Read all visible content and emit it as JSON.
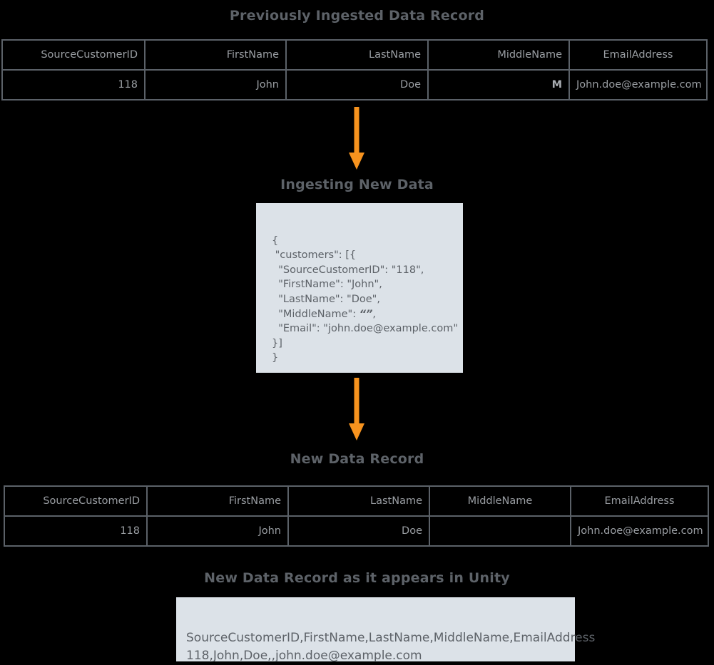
{
  "colors": {
    "background": "#000000",
    "accent_arrow": "#f7931e",
    "panel_background": "#dce2e8",
    "text_gray": "#5d6268",
    "table_border": "#5b6168",
    "table_text": "#9a9ea3"
  },
  "sections": {
    "previous_record": {
      "title": "Previously Ingested Data Record",
      "table": {
        "headers": [
          "SourceCustomerID",
          "FirstName",
          "LastName",
          "MiddleName",
          "EmailAddress"
        ],
        "rows": [
          [
            "118",
            "John",
            "Doe",
            "M",
            "John.doe@example.com"
          ]
        ]
      }
    },
    "ingesting": {
      "title": "Ingesting New Data",
      "code_lines": [
        "{",
        " \"customers\": [{",
        "  \"SourceCustomerID\": \"118\",",
        "  \"FirstName\": \"John\",",
        "  \"LastName\": \"Doe\",",
        "  \"MiddleName\": ",
        "  \"Email\": \"john.doe@example.com\"",
        "}]",
        "}"
      ],
      "middlename_empty_value": "“”",
      "middlename_prefix": "  \"MiddleName\": ",
      "middlename_suffix": ","
    },
    "new_record": {
      "title": "New Data Record",
      "table": {
        "headers": [
          "SourceCustomerID",
          "FirstName",
          "LastName",
          "MiddleName",
          "EmailAddress"
        ],
        "rows": [
          [
            "118",
            "John",
            "Doe",
            "",
            "John.doe@example.com"
          ]
        ]
      }
    },
    "unity_view": {
      "title": "New Data Record as it appears in Unity",
      "csv_header": "SourceCustomerID,FirstName,LastName,MiddleName,EmailAddress",
      "csv_row": "118,John,Doe,,john.doe@example.com"
    }
  },
  "arrows": {
    "first": "down-arrow-icon",
    "second": "down-arrow-icon"
  }
}
